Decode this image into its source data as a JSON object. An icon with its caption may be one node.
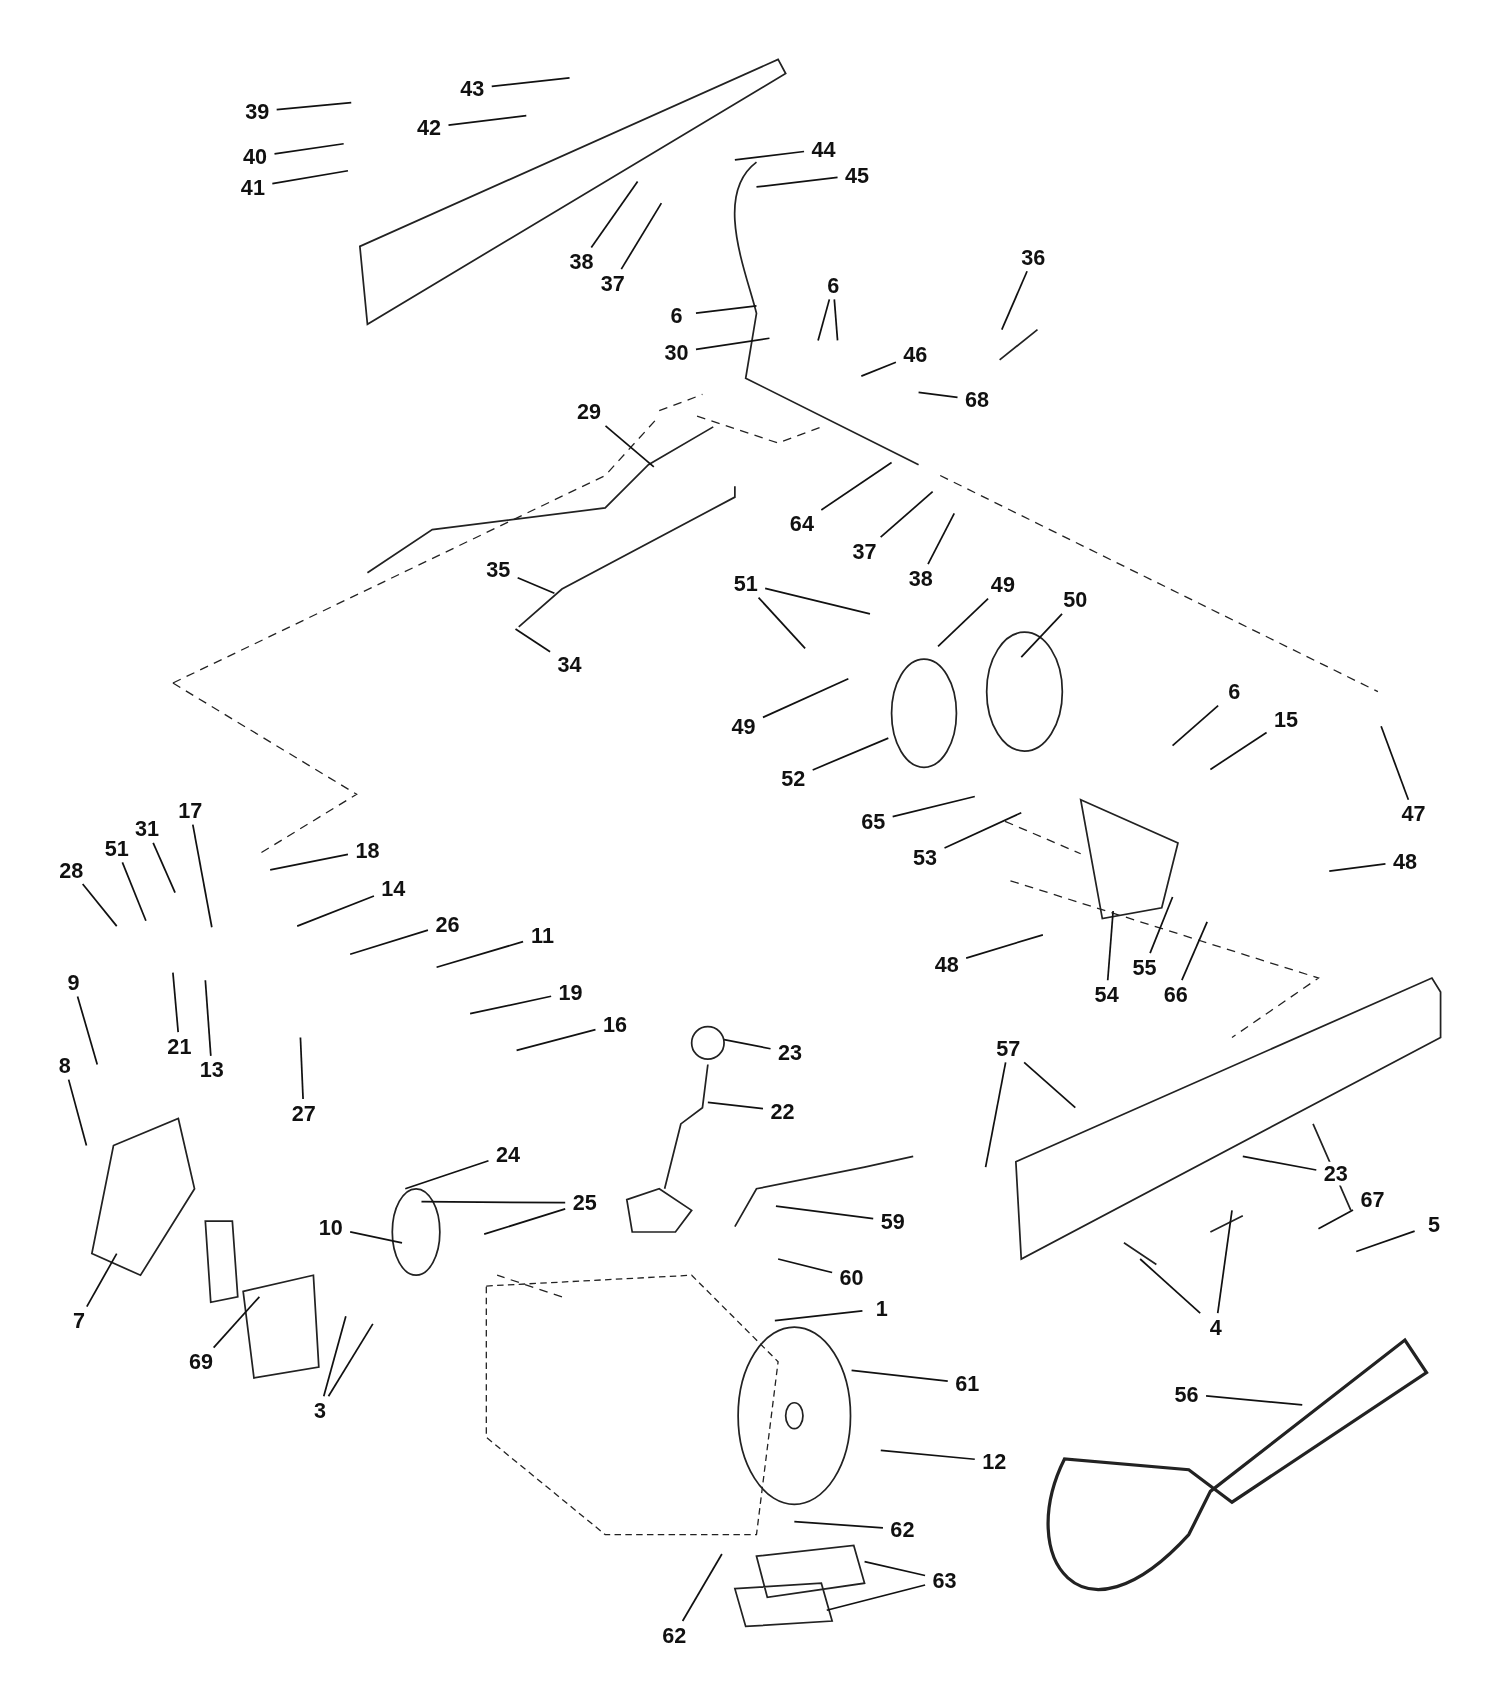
{
  "diagram": {
    "nodes": [
      {
        "text": [
          "43"
        ]
      },
      {
        "text": [
          "39"
        ]
      },
      {
        "text": [
          "42"
        ]
      },
      {
        "text": [
          "40"
        ]
      },
      {
        "text": [
          "41"
        ]
      },
      {
        "text": [
          "44"
        ]
      },
      {
        "text": [
          "45"
        ]
      },
      {
        "text": [
          "38"
        ]
      },
      {
        "text": [
          "37"
        ]
      },
      {
        "text": [
          "36"
        ]
      },
      {
        "text": [
          "6"
        ]
      },
      {
        "text": [
          "6"
        ]
      },
      {
        "text": [
          "30"
        ]
      },
      {
        "text": [
          "46"
        ]
      },
      {
        "text": [
          "68"
        ]
      },
      {
        "text": [
          "29"
        ]
      },
      {
        "text": [
          "64"
        ]
      },
      {
        "text": [
          "37"
        ]
      },
      {
        "text": [
          "38"
        ]
      },
      {
        "text": [
          "35"
        ]
      },
      {
        "text": [
          "34"
        ]
      },
      {
        "text": [
          "51"
        ]
      },
      {
        "text": [
          "49"
        ]
      },
      {
        "text": [
          "50"
        ]
      },
      {
        "text": [
          "49"
        ]
      },
      {
        "text": [
          "52"
        ]
      },
      {
        "text": [
          "6"
        ]
      },
      {
        "text": [
          "15"
        ]
      },
      {
        "text": [
          "47"
        ]
      },
      {
        "text": [
          "65"
        ]
      },
      {
        "text": [
          "53"
        ]
      },
      {
        "text": [
          "48"
        ]
      },
      {
        "text": [
          "54"
        ]
      },
      {
        "text": [
          "55"
        ]
      },
      {
        "text": [
          "66"
        ]
      },
      {
        "text": [
          "48"
        ]
      },
      {
        "text": [
          "17"
        ]
      },
      {
        "text": [
          "31"
        ]
      },
      {
        "text": [
          "51"
        ]
      },
      {
        "text": [
          "28"
        ]
      },
      {
        "text": [
          "18"
        ]
      },
      {
        "text": [
          "14"
        ]
      },
      {
        "text": [
          "26"
        ]
      },
      {
        "text": [
          "11"
        ]
      },
      {
        "text": [
          "19"
        ]
      },
      {
        "text": [
          "16"
        ]
      },
      {
        "text": [
          "9"
        ]
      },
      {
        "text": [
          "21"
        ]
      },
      {
        "text": [
          "13"
        ]
      },
      {
        "text": [
          "27"
        ]
      },
      {
        "text": [
          "8"
        ]
      },
      {
        "text": [
          "23"
        ]
      },
      {
        "text": [
          "22"
        ]
      },
      {
        "text": [
          "57"
        ]
      },
      {
        "text": [
          "24"
        ]
      },
      {
        "text": [
          "25"
        ]
      },
      {
        "text": [
          "10"
        ]
      },
      {
        "text": [
          "23"
        ]
      },
      {
        "text": [
          "67"
        ]
      },
      {
        "text": [
          "5"
        ]
      },
      {
        "text": [
          "59"
        ]
      },
      {
        "text": [
          "60"
        ]
      },
      {
        "text": [
          "7"
        ]
      },
      {
        "text": [
          "69"
        ]
      },
      {
        "text": [
          "3"
        ]
      },
      {
        "text": [
          "4"
        ]
      },
      {
        "text": [
          "1"
        ]
      },
      {
        "text": [
          "61"
        ]
      },
      {
        "text": [
          "12"
        ]
      },
      {
        "text": [
          "56"
        ]
      },
      {
        "text": [
          "62"
        ]
      },
      {
        "text": [
          "63"
        ]
      },
      {
        "text": [
          "62"
        ]
      }
    ],
    "edges": [
      {
        "from": 0,
        "to": null,
        "arrow": "none"
      },
      {
        "from": 1,
        "to": null,
        "arrow": "none"
      },
      {
        "from": 2,
        "to": null,
        "arrow": "none"
      },
      {
        "from": 3,
        "to": null,
        "arrow": "none"
      },
      {
        "from": 4,
        "to": null,
        "arrow": "none"
      },
      {
        "from": 5,
        "to": null,
        "arrow": "none"
      },
      {
        "from": 6,
        "to": null,
        "arrow": "none"
      },
      {
        "from": 7,
        "to": null,
        "arrow": "none"
      },
      {
        "from": 8,
        "to": null,
        "arrow": "none"
      },
      {
        "from": 9,
        "to": null,
        "arrow": "none"
      },
      {
        "from": 10,
        "to": null,
        "arrow": "none"
      },
      {
        "from": 11,
        "to": null,
        "arrow": "none"
      },
      {
        "from": 11,
        "to": null,
        "arrow": "none"
      },
      {
        "from": 12,
        "to": null,
        "arrow": "none"
      },
      {
        "from": 13,
        "to": null,
        "arrow": "none"
      },
      {
        "from": 14,
        "to": null,
        "arrow": "none"
      },
      {
        "from": 15,
        "to": null,
        "arrow": "none"
      },
      {
        "from": 16,
        "to": null,
        "arrow": "none"
      },
      {
        "from": 17,
        "to": null,
        "arrow": "none"
      },
      {
        "from": 18,
        "to": null,
        "arrow": "none"
      },
      {
        "from": 19,
        "to": null,
        "arrow": "none"
      },
      {
        "from": 20,
        "to": null,
        "arrow": "none"
      },
      {
        "from": 21,
        "to": null,
        "arrow": "none"
      },
      {
        "from": 21,
        "to": null,
        "arrow": "none"
      },
      {
        "from": 22,
        "to": null,
        "arrow": "none"
      },
      {
        "from": 23,
        "to": null,
        "arrow": "none"
      },
      {
        "from": 24,
        "to": null,
        "arrow": "none"
      },
      {
        "from": 25,
        "to": null,
        "arrow": "none"
      },
      {
        "from": 26,
        "to": null,
        "arrow": "none"
      },
      {
        "from": 27,
        "to": null,
        "arrow": "none"
      },
      {
        "from": 28,
        "to": null,
        "arrow": "none"
      },
      {
        "from": 29,
        "to": null,
        "arrow": "none"
      },
      {
        "from": 30,
        "to": null,
        "arrow": "none"
      },
      {
        "from": 31,
        "to": null,
        "arrow": "none"
      },
      {
        "from": 32,
        "to": null,
        "arrow": "none"
      },
      {
        "from": 33,
        "to": null,
        "arrow": "none"
      },
      {
        "from": 34,
        "to": null,
        "arrow": "none"
      },
      {
        "from": 35,
        "to": null,
        "arrow": "none"
      },
      {
        "from": 36,
        "to": null,
        "arrow": "none"
      },
      {
        "from": 37,
        "to": null,
        "arrow": "none"
      },
      {
        "from": 38,
        "to": null,
        "arrow": "none"
      },
      {
        "from": 39,
        "to": null,
        "arrow": "none"
      },
      {
        "from": 40,
        "to": null,
        "arrow": "none"
      },
      {
        "from": 41,
        "to": null,
        "arrow": "none"
      },
      {
        "from": 42,
        "to": null,
        "arrow": "none"
      },
      {
        "from": 43,
        "to": null,
        "arrow": "none"
      },
      {
        "from": 44,
        "to": null,
        "arrow": "none"
      },
      {
        "from": 45,
        "to": null,
        "arrow": "none"
      },
      {
        "from": 46,
        "to": null,
        "arrow": "none"
      },
      {
        "from": 47,
        "to": null,
        "arrow": "none"
      },
      {
        "from": 48,
        "to": null,
        "arrow": "none"
      },
      {
        "from": 49,
        "to": null,
        "arrow": "none"
      },
      {
        "from": 50,
        "to": null,
        "arrow": "none"
      },
      {
        "from": 51,
        "to": null,
        "arrow": "none"
      },
      {
        "from": 52,
        "to": null,
        "arrow": "none"
      },
      {
        "from": 53,
        "to": null,
        "arrow": "none"
      },
      {
        "from": 53,
        "to": null,
        "arrow": "none"
      },
      {
        "from": 54,
        "to": null,
        "arrow": "none"
      },
      {
        "from": 55,
        "to": null,
        "arrow": "none"
      },
      {
        "from": 55,
        "to": null,
        "arrow": "none"
      },
      {
        "from": 56,
        "to": null,
        "arrow": "none"
      },
      {
        "from": 57,
        "to": null,
        "arrow": "none"
      },
      {
        "from": 58,
        "to": null,
        "arrow": "none"
      },
      {
        "from": 59,
        "to": null,
        "arrow": "none"
      },
      {
        "from": 60,
        "to": null,
        "arrow": "none"
      },
      {
        "from": 61,
        "to": null,
        "arrow": "none"
      },
      {
        "from": 62,
        "to": null,
        "arrow": "none"
      },
      {
        "from": 63,
        "to": null,
        "arrow": "none"
      },
      {
        "from": 64,
        "to": null,
        "arrow": "none"
      },
      {
        "from": 64,
        "to": null,
        "arrow": "none"
      },
      {
        "from": 65,
        "to": null,
        "arrow": "none"
      },
      {
        "from": 65,
        "to": null,
        "arrow": "none"
      },
      {
        "from": 66,
        "to": null,
        "arrow": "none"
      },
      {
        "from": 67,
        "to": null,
        "arrow": "none"
      },
      {
        "from": 68,
        "to": null,
        "arrow": "none"
      },
      {
        "from": 69,
        "to": null,
        "arrow": "none"
      },
      {
        "from": 70,
        "to": null,
        "arrow": "none"
      },
      {
        "from": 71,
        "to": null,
        "arrow": "none"
      },
      {
        "from": 71,
        "to": null,
        "arrow": "none"
      },
      {
        "from": 72,
        "to": null,
        "arrow": "none"
      }
    ]
  }
}
